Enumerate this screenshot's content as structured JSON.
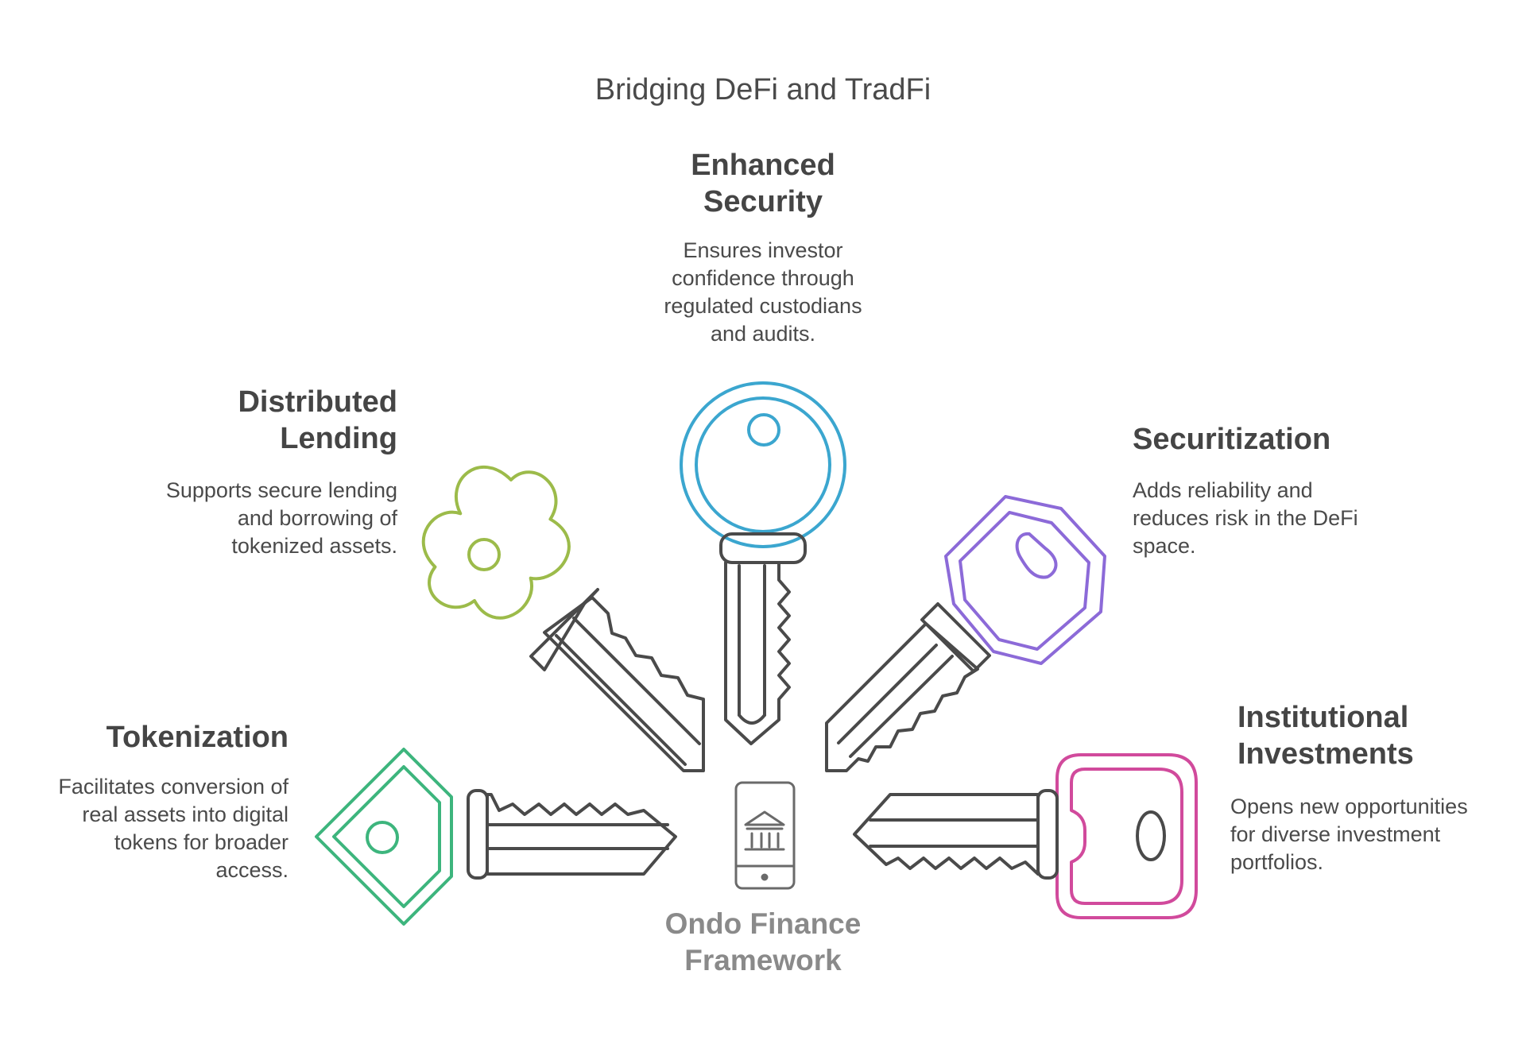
{
  "title": "Bridging DeFi and TradFi",
  "center_label": "Ondo Finance Framework",
  "center_icon": "mobile-bank-icon",
  "items": {
    "enhanced_security": {
      "title_line1": "Enhanced",
      "title_line2": "Security",
      "desc_lines": [
        "Ensures investor",
        "confidence through",
        "regulated custodians",
        "and audits."
      ],
      "color": "#3ba6cf",
      "icon": "round-key-icon"
    },
    "distributed_lending": {
      "title_line1": "Distributed",
      "title_line2": "Lending",
      "desc_lines": [
        "Supports secure lending",
        "and borrowing of",
        "tokenized assets."
      ],
      "color": "#9cbb4a",
      "icon": "cloud-key-icon"
    },
    "securitization": {
      "title_line1": "Securitization",
      "desc_lines": [
        "Adds reliability and",
        "reduces risk in the DeFi",
        "space."
      ],
      "color": "#8c6ad8",
      "icon": "octagon-key-icon"
    },
    "tokenization": {
      "title_line1": "Tokenization",
      "desc_lines": [
        "Facilitates conversion of",
        "real assets into digital",
        "tokens for broader",
        "access."
      ],
      "color": "#3db57d",
      "icon": "diamond-key-icon"
    },
    "institutional_investments": {
      "title_line1": "Institutional",
      "title_line2": "Investments",
      "desc_lines": [
        "Opens new opportunities",
        "for diverse investment",
        "portfolios."
      ],
      "color": "#d14a9c",
      "icon": "rounded-square-key-icon"
    }
  }
}
